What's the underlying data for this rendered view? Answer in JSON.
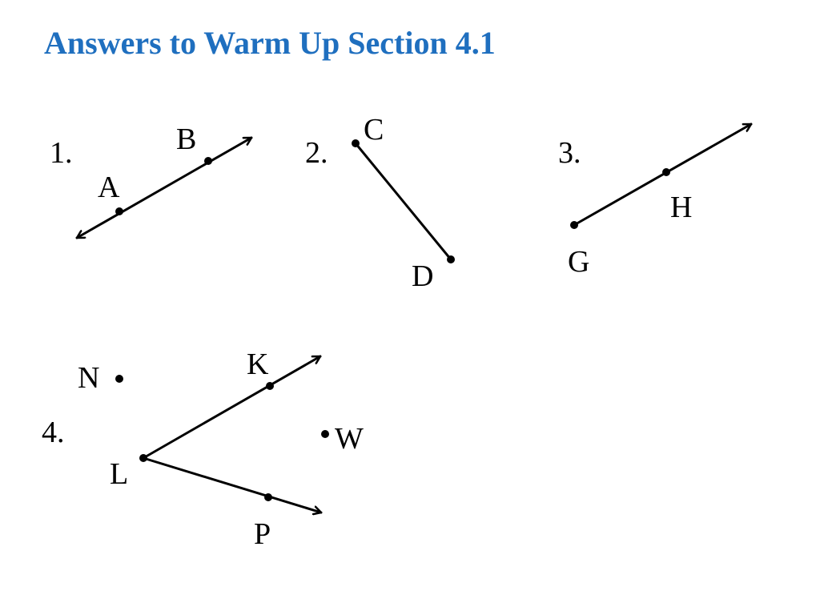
{
  "title": "Answers to Warm Up Section 4.1",
  "title_color": "#1f6fbf",
  "problems": [
    {
      "number": "1.",
      "figure": "line",
      "points": [
        "A",
        "B"
      ]
    },
    {
      "number": "2.",
      "figure": "segment",
      "points": [
        "C",
        "D"
      ]
    },
    {
      "number": "3.",
      "figure": "ray",
      "points": [
        "G",
        "H"
      ]
    },
    {
      "number": "4.",
      "figure": "angle",
      "points": [
        "N",
        "K",
        "L",
        "W",
        "P"
      ]
    }
  ],
  "ink_color": "#000000"
}
